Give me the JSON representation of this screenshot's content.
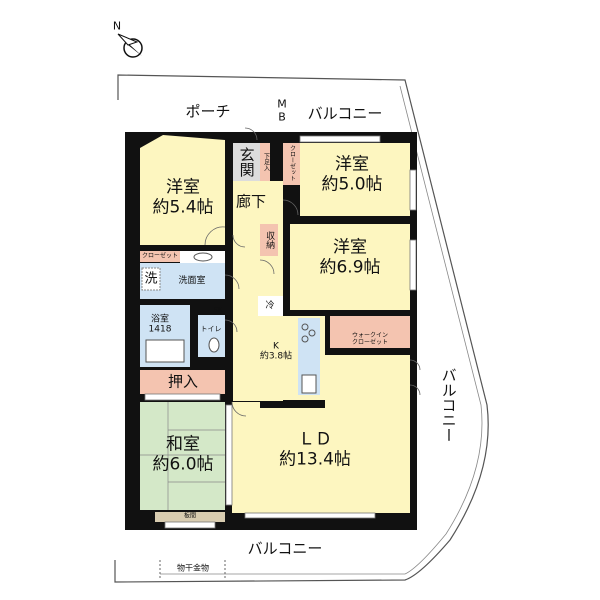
{
  "compass": {
    "label": "N"
  },
  "rooms": {
    "western_room_1": {
      "name": "洋室",
      "size": "約5.4帖"
    },
    "western_room_2": {
      "name": "洋室",
      "size": "約5.0帖"
    },
    "western_room_3": {
      "name": "洋室",
      "size": "約6.9帖"
    },
    "japanese_room": {
      "name": "和室",
      "size": "約6.0帖"
    },
    "living_dining": {
      "name": "ＬＤ",
      "size": "約13.4帖"
    },
    "kitchen": {
      "name": "K",
      "size": "約3.8帖"
    },
    "entrance": "玄関",
    "hallway": "廊下",
    "shoe_storage": "下足入",
    "closet_vertical": "クローゼット",
    "closet_small": "クローゼット",
    "storage": "収納",
    "washroom": "洗面室",
    "washer": "洗",
    "bathroom": "浴室",
    "bath_size": "1418",
    "toilet": "トイレ",
    "sk": "SK",
    "fridge": "冷",
    "walk_in_closet": "ウォークイン\nクローゼット",
    "oshiire": "押入",
    "wood_floor": "板間"
  },
  "outdoor": {
    "porch": "ポーチ",
    "mb": "MB",
    "balcony_top": "バルコニー",
    "balcony_right": "バルコニー",
    "balcony_bottom": "バルコニー",
    "laundry_hanger": "物干金物"
  },
  "colors": {
    "western_room": "#fdf6c0",
    "japanese_room": "#d4e8c8",
    "storage": "#f4c4b0",
    "wet_area": "#cfe3f4",
    "entrance": "#dcdcdc",
    "wood_floor": "#d8ccb0",
    "wall": "#111111"
  }
}
